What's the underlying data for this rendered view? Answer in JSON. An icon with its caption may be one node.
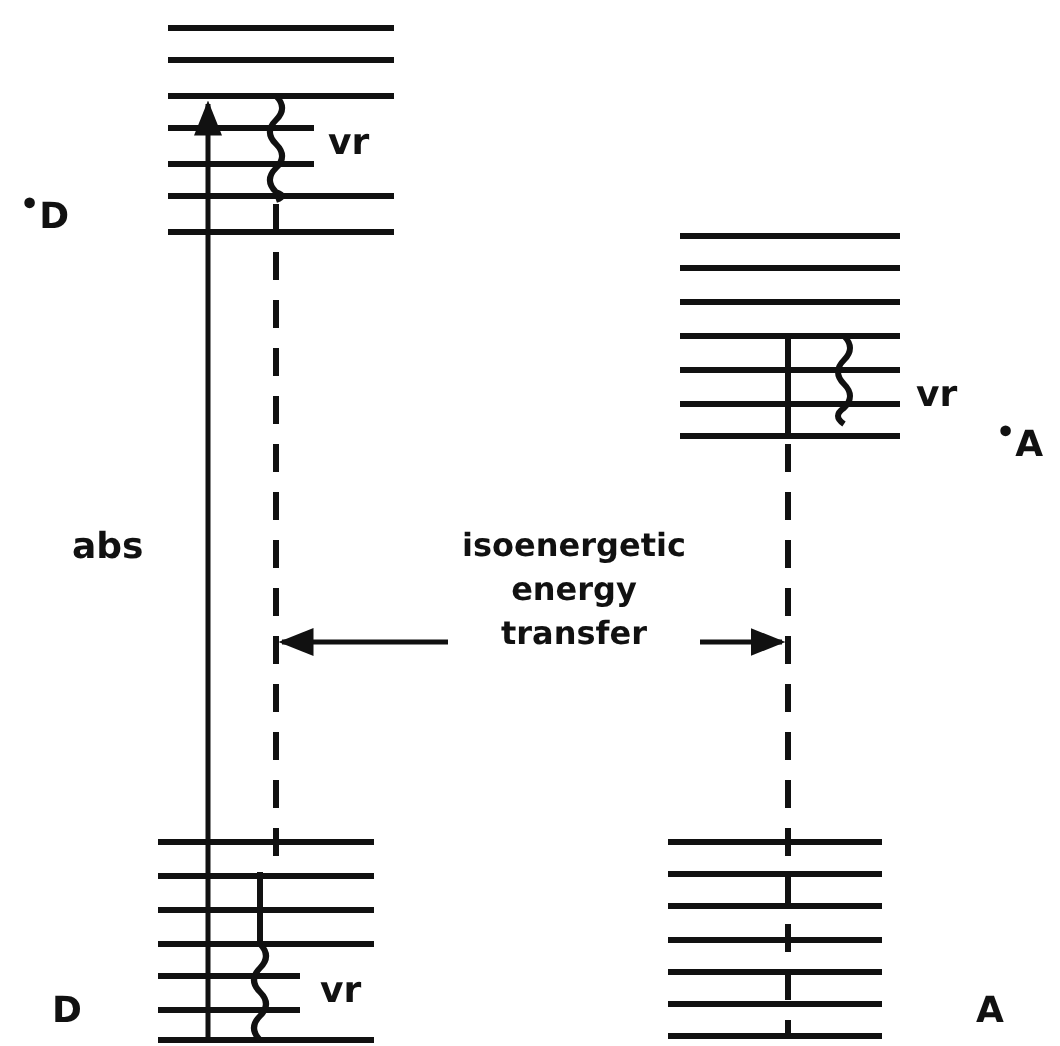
{
  "diagram": {
    "nodes": [
      {
        "text": [
          "isoenergetic energy transfer"
        ]
      },
      {
        "text": [],
        "shape": "line"
      },
      {
        "text": [],
        "shape": "line"
      }
    ],
    "edges": [
      {
        "from": 0,
        "to": 1,
        "arrow": "to"
      },
      {
        "from": 0,
        "to": 2,
        "arrow": "to"
      }
    ],
    "labels": [
      "$^{•}$D",
      "vr",
      "abs",
      "vr",
      "$^{•}$A",
      "D",
      "vr",
      "A"
    ]
  }
}
